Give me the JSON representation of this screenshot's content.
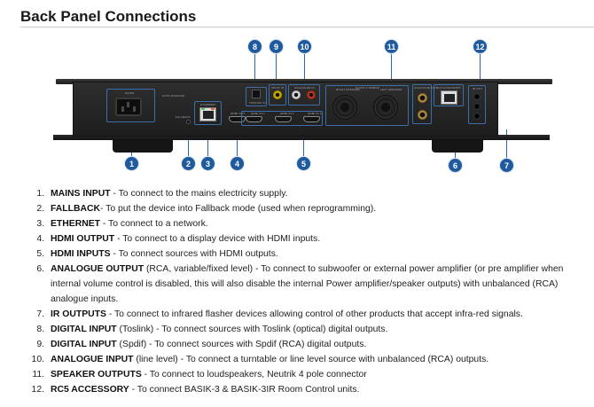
{
  "title": "Back Panel Connections",
  "figure": {
    "callouts": [
      "1",
      "2",
      "3",
      "4",
      "5",
      "6",
      "7",
      "8",
      "9",
      "10",
      "11",
      "12"
    ],
    "panel_labels": {
      "mains": "MAINS",
      "auto_ranging": "AUTO RANGING",
      "fallback": "FALLBACK",
      "ethernet": "ETHERNET",
      "hdmi_out": "HDMI OUT",
      "toslink": "TOSLINK IN",
      "spdif": "SPDIF IN",
      "analogue_in": "ANALOGUE IN",
      "hdmi_in_1": "HDMI IN 1",
      "hdmi_in_2": "HDMI IN 2",
      "hdmi_in_3": "HDMI IN 3",
      "right_speaker": "RIGHT SPEAKER",
      "class2": "CLASS 2 WIRING",
      "left_speaker": "LEFT SPEAKER",
      "analogue_out": "ANALOGUE OUT",
      "rc5": "RC5 ACCESSORY",
      "ir_out": "IR OUT"
    }
  },
  "items": [
    {
      "num": "1.",
      "term": "MAINS INPUT",
      "qual": "",
      "desc": " - To connect to the mains electricity supply."
    },
    {
      "num": "2.",
      "term": "FALLBACK",
      "qual": "",
      "desc": "- To put the device into Fallback mode (used when reprogramming)."
    },
    {
      "num": "3.",
      "term": "ETHERNET",
      "qual": "",
      "desc": " - To connect to a network."
    },
    {
      "num": "4.",
      "term": "HDMI OUTPUT",
      "qual": "",
      "desc": " - To connect to a display device with HDMI inputs."
    },
    {
      "num": "5.",
      "term": "HDMI INPUTS",
      "qual": "",
      "desc": " - To connect sources with HDMI outputs."
    },
    {
      "num": "6.",
      "term": "ANALOGUE OUTPUT",
      "qual": " (RCA, variable/fixed level)",
      "desc": " - To connect to subwoofer or external power amplifier (or pre amplifier when internal volume control is disabled, this will also disable the internal Power amplifier/speaker outputs) with unbalanced (RCA) analogue inputs."
    },
    {
      "num": "7.",
      "term": "IR OUTPUTS",
      "qual": "",
      "desc": " - To connect to infrared flasher devices allowing control of other products that accept infra-red signals."
    },
    {
      "num": "8.",
      "term": "DIGITAL INPUT",
      "qual": " (Toslink)",
      "desc": " - To connect sources with Toslink (optical) digital outputs."
    },
    {
      "num": "9.",
      "term": "DIGITAL INPUT",
      "qual": " (Spdif)",
      "desc": " - To connect sources with Spdif (RCA) digital outputs."
    },
    {
      "num": "10.",
      "term": "ANALOGUE INPUT",
      "qual": " (line level)",
      "desc": " - To connect a turntable or line level source with unbalanced (RCA) outputs."
    },
    {
      "num": "11.",
      "term": "SPEAKER OUTPUTS",
      "qual": "",
      "desc": " - To connect to loudspeakers, Neutrik 4 pole connector"
    },
    {
      "num": "12.",
      "term": "RC5 ACCESSORY",
      "qual": "",
      "desc": " - To connect BASIK-3 & BASIK-3IR Room Control units."
    }
  ],
  "colors": {
    "callout": "#1f5a9e",
    "group_outline": "#3c6faa"
  }
}
